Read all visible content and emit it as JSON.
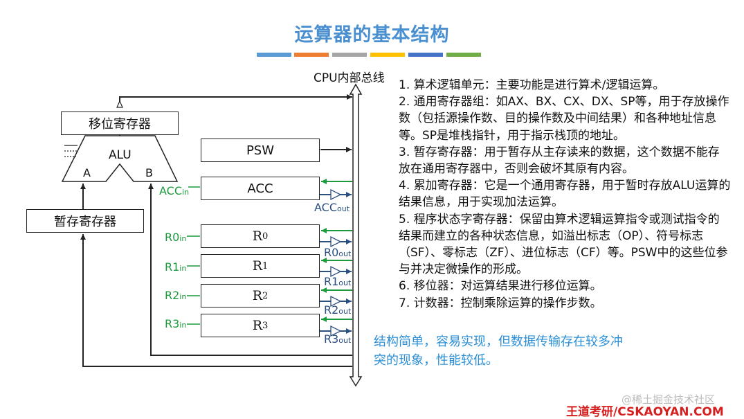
{
  "title": "运算器的基本结构",
  "stripe_colors": [
    "#5b9bd5",
    "#ed7d31",
    "#a5a5a5",
    "#ffc000",
    "#4472c4",
    "#70ad47"
  ],
  "bus_label": "CPU内部总线",
  "blocks": {
    "shifter": "移位寄存器",
    "alu": "ALU",
    "alu_a": "A",
    "alu_b": "B",
    "temp": "暂存寄存器",
    "psw": "PSW",
    "acc": "ACC"
  },
  "registers": [
    {
      "base": "R",
      "sub": "0",
      "in": "R0",
      "out": "R0"
    },
    {
      "base": "R",
      "sub": "1",
      "in": "R1",
      "out": "R1"
    },
    {
      "base": "R",
      "sub": "2",
      "in": "R2",
      "out": "R2"
    },
    {
      "base": "R",
      "sub": "3",
      "in": "R3",
      "out": "R3"
    }
  ],
  "signals": {
    "acc_in": "ACC",
    "acc_out": "ACC",
    "in_suffix": "in",
    "out_suffix": "out"
  },
  "description": [
    "1. 算术逻辑单元：主要功能是进行算术/逻辑运算。",
    "2. 通用寄存器组：如AX、BX、CX、DX、SP等，用于存放操作数（包括源操作数、目的操作数及中间结果）和各种地址信息等。SP是堆栈指针，用于指示栈顶的地址。",
    "3. 暂存寄存器：用于暂存从主存读来的数据，这个数据不能存放在通用寄存器中，否则会破坏其原有内容。",
    "4. 累加寄存器：它是一个通用寄存器，用于暂时存放ALU运算的结果信息，用于实现加法运算。",
    "5. 程序状态字寄存器：保留由算术逻辑运算指令或测试指令的结果而建立的各种状态信息，如溢出标志（OP）、符号标志（SF）、零标志（ZF）、进位标志（CF）等。PSW中的这些位参与并决定微操作的形成。",
    "6. 移位器：对运算结果进行移位运算。",
    "7. 计数器：控制乘除运算的操作步数。"
  ],
  "note": "结构简单，容易实现，但数据传输存在较多冲突的现象，性能较低。",
  "brand": "王道考研/CSKAOYAN.COM",
  "watermark": "@稀土掘金技术社区"
}
